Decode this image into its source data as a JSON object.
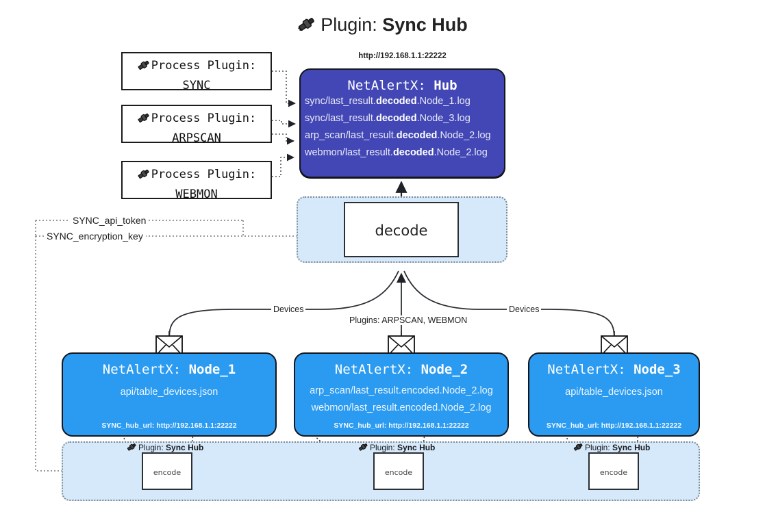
{
  "title": {
    "icon": "plug-icon",
    "prefix": "Plugin:",
    "name": "Sync Hub"
  },
  "process_plugins": [
    {
      "icon": "plug-icon",
      "heading": "Process Plugin:",
      "name": "SYNC"
    },
    {
      "icon": "plug-icon",
      "heading": "Process Plugin:",
      "name": "ARPSCAN"
    },
    {
      "icon": "plug-icon",
      "heading": "Process Plugin:",
      "name": "WEBMON"
    }
  ],
  "hub": {
    "url": "http://192.168.1.1:22222",
    "title_prefix": "NetAlertX:",
    "title_name": "Hub",
    "loglines": [
      {
        "pre": "sync/last_result.",
        "mid": "decoded",
        "post": ".Node_1.log"
      },
      {
        "pre": "sync/last_result.",
        "mid": "decoded",
        "post": ".Node_3.log"
      },
      {
        "pre": "arp_scan/last_result.",
        "mid": "decoded",
        "post": ".Node_2.log"
      },
      {
        "pre": "webmon/last_result.",
        "mid": "decoded",
        "post": ".Node_2.log"
      }
    ]
  },
  "decode": {
    "label": "decode"
  },
  "tokens": {
    "api_token": "SYNC_api_token",
    "encryption_key": "SYNC_encryption_key"
  },
  "edge_labels": {
    "devices_left": "Devices",
    "devices_right": "Devices",
    "plugins_center": "Plugins: ARPSCAN, WEBMON"
  },
  "nodes": [
    {
      "title_prefix": "NetAlertX:",
      "title_name": "Node_1",
      "lines": [
        "api/table_devices.json"
      ],
      "hub_url": "SYNC_hub_url: http://192.168.1.1:22222",
      "envelope_icon": "envelope-icon"
    },
    {
      "title_prefix": "NetAlertX:",
      "title_name": "Node_2",
      "lines": [
        "arp_scan/last_result.encoded.Node_2.log",
        "webmon/last_result.encoded.Node_2.log"
      ],
      "hub_url": "SYNC_hub_url: http://192.168.1.1:22222",
      "envelope_icon": "envelope-icon"
    },
    {
      "title_prefix": "NetAlertX:",
      "title_name": "Node_3",
      "lines": [
        "api/table_devices.json"
      ],
      "hub_url": "SYNC_hub_url: http://192.168.1.1:22222",
      "envelope_icon": "envelope-icon"
    }
  ],
  "encoders": [
    {
      "plugin_prefix": "Plugin:",
      "plugin_name": "Sync Hub",
      "label": "encode",
      "icon": "plug-icon"
    },
    {
      "plugin_prefix": "Plugin:",
      "plugin_name": "Sync Hub",
      "label": "encode",
      "icon": "plug-icon"
    },
    {
      "plugin_prefix": "Plugin:",
      "plugin_name": "Sync Hub",
      "label": "encode",
      "icon": "plug-icon"
    }
  ],
  "colors": {
    "hub_fill": "#4247b5",
    "node_fill": "#2b9bf1",
    "container_fill": "#d6e9fb",
    "stroke": "#15161d",
    "background": "#ffffff"
  }
}
